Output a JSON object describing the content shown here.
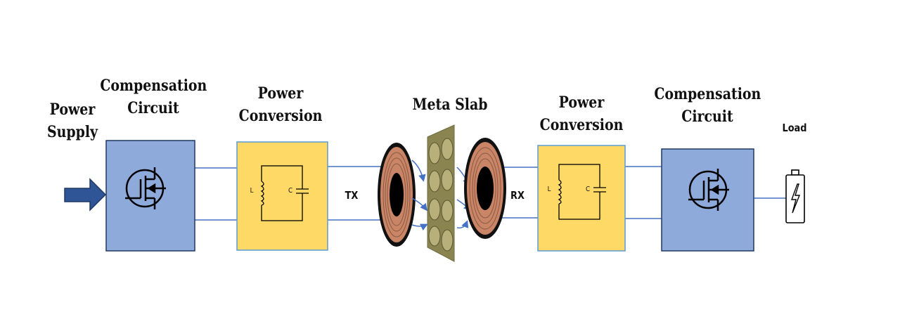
{
  "labels": {
    "power_supply": [
      "Power",
      "Supply"
    ],
    "compensation_left": [
      "Compensation",
      "Circuit"
    ],
    "power_conversion_left": [
      "Power",
      "Conversion"
    ],
    "meta_slab": "Meta Slab",
    "power_conversion_right": [
      "Power",
      "Conversion"
    ],
    "compensation_right": [
      "Compensation",
      "Circuit"
    ],
    "load": "Load",
    "tx": "TX",
    "rx": "RX"
  },
  "lc_left": {
    "inductor": "L",
    "capacitor": "C"
  },
  "lc_right": {
    "inductor": "L",
    "capacitor": "C"
  },
  "colors": {
    "compensation_fill": "#8eaadb",
    "compensation_border": "#203864",
    "conversion_fill": "#ffd966",
    "conversion_border": "#5b9bd5",
    "wire": "#4472c4",
    "arrow": "#2f5597",
    "coil": "#c98566",
    "coil_core": "#111111",
    "slab": "#8a8550",
    "slab_cell": "#b8b07a"
  }
}
